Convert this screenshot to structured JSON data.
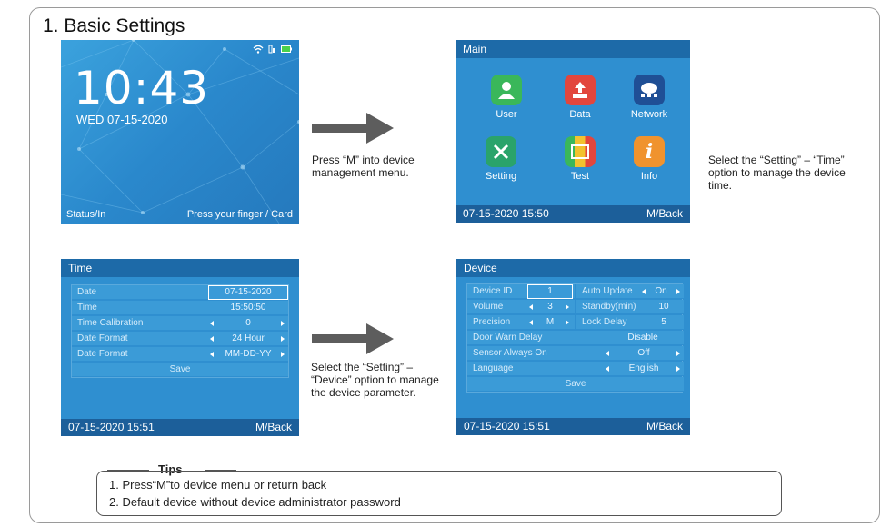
{
  "page": {
    "title": "1. Basic Settings"
  },
  "lock_screen": {
    "time": "10:43",
    "date": "WED 07-15-2020",
    "status_left": "Status/In",
    "status_right": "Press your finger / Card"
  },
  "main_menu": {
    "title": "Main",
    "items": [
      "User",
      "Data",
      "Network",
      "Setting",
      "Test",
      "Info"
    ],
    "footer_left": "07-15-2020 15:50",
    "footer_right": "M/Back"
  },
  "instructions": {
    "step1": "Press “M” into device management menu.",
    "step2": "Select the “Setting” – “Time” option to manage the device time.",
    "step3": "Select the “Setting” – “Device” option to manage the device parameter."
  },
  "time_screen": {
    "title": "Time",
    "rows": [
      {
        "label": "Date",
        "value": "07-15-2020"
      },
      {
        "label": "Time",
        "value": "15:50:50"
      },
      {
        "label": "Time Calibration",
        "value": "0"
      },
      {
        "label": "Date Format",
        "value": "24 Hour"
      },
      {
        "label": "Date Format",
        "value": "MM-DD-YY"
      }
    ],
    "save": "Save",
    "footer_left": "07-15-2020  15:51",
    "footer_right": "M/Back"
  },
  "device_screen": {
    "title": "Device",
    "left_col": [
      {
        "label": "Device ID",
        "value": "1"
      },
      {
        "label": "Volume",
        "value": "3"
      },
      {
        "label": "Precision",
        "value": "M"
      }
    ],
    "right_col": [
      {
        "label": "Auto Update",
        "value": "On"
      },
      {
        "label": "Standby(min)",
        "value": "10"
      },
      {
        "label": "Lock Delay",
        "value": "5"
      }
    ],
    "full_rows": [
      {
        "label": "Door Warn Delay",
        "value": "Disable"
      },
      {
        "label": "Sensor Always On",
        "value": "Off"
      },
      {
        "label": "Language",
        "value": "English"
      }
    ],
    "save": "Save",
    "footer_left": "07-15-2020  15:51",
    "footer_right": "M/Back"
  },
  "tips": {
    "title": "Tips",
    "items": [
      "1. Press“M”to device menu or return back",
      "2. Default device without device administrator password"
    ]
  }
}
